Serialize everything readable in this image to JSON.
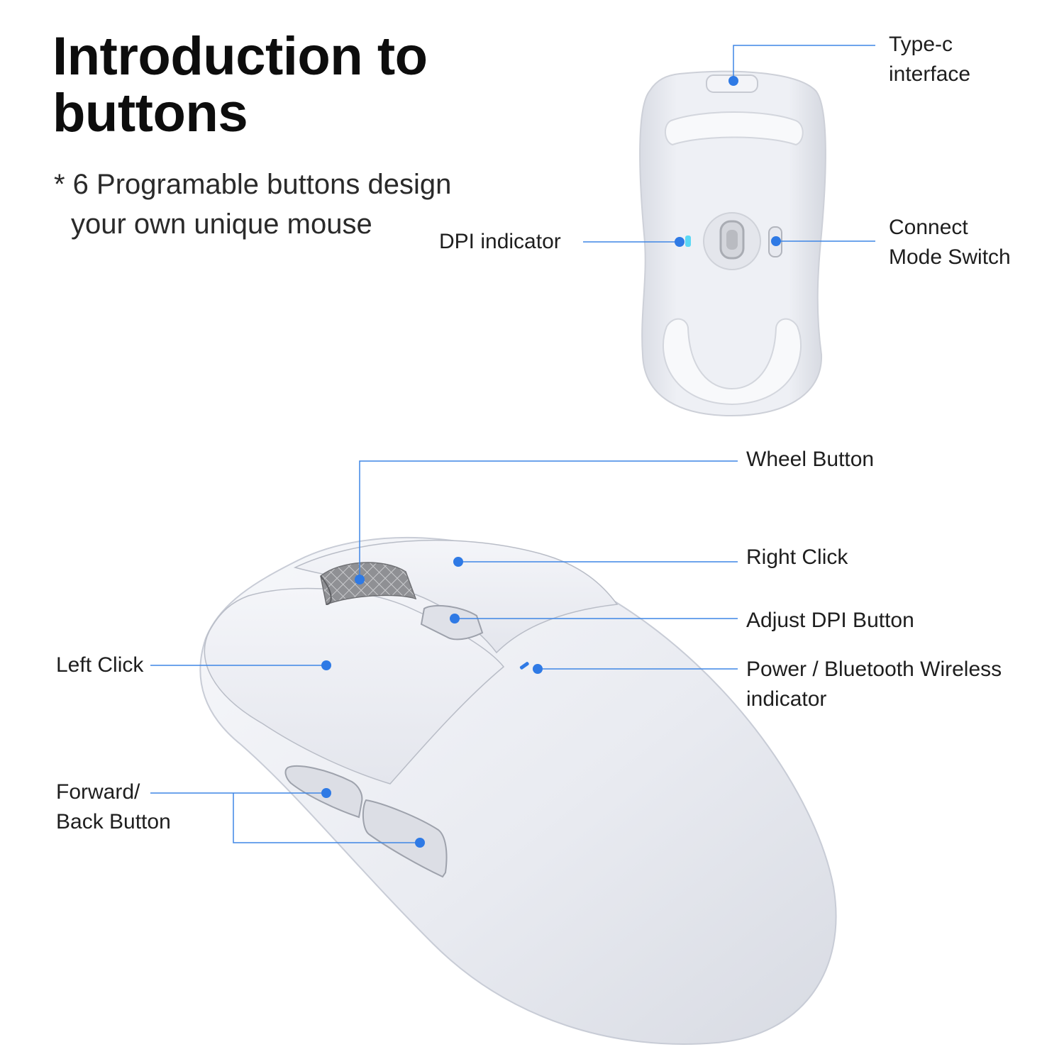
{
  "heading": {
    "title_line1": "Introduction to",
    "title_line2": "buttons",
    "subtitle_line1": "* 6 Programable buttons design",
    "subtitle_line2": "your own unique mouse"
  },
  "bottom_view": {
    "type_c": {
      "line1": "Type-c",
      "line2": "interface"
    },
    "dpi_indicator": "DPI indicator",
    "connect_mode": {
      "line1": "Connect",
      "line2": "Mode Switch"
    }
  },
  "top_view": {
    "wheel_button": "Wheel Button",
    "right_click": "Right Click",
    "adjust_dpi": "Adjust DPI Button",
    "power_indicator": {
      "line1": "Power / Bluetooth Wireless",
      "line2": "indicator"
    },
    "left_click": "Left Click",
    "forward_back": {
      "line1": "Forward/",
      "line2": "Back Button"
    }
  },
  "colors": {
    "accent": "#2f7ae5",
    "leader_line": "#3f86e5",
    "mouse_body": "#eceef4",
    "scroll_wheel": "#8e8f93"
  }
}
